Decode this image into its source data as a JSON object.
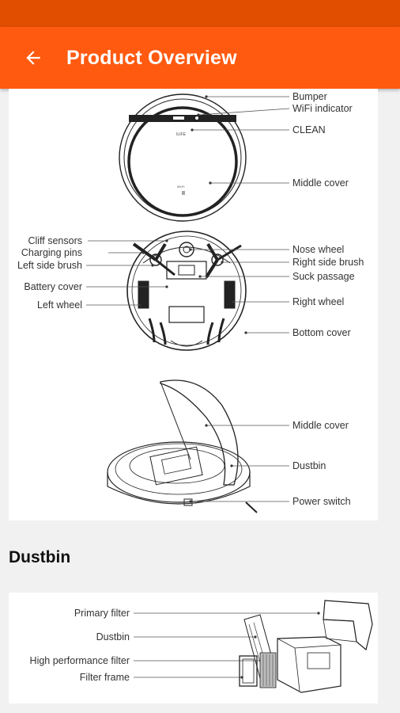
{
  "header": {
    "title": "Product Overview",
    "back_icon": "arrow-left-icon"
  },
  "colors": {
    "status_bar": "#e14e00",
    "app_bar": "#ff5a10",
    "background": "#f1f1f1",
    "card": "#ffffff"
  },
  "diagram1": {
    "top_view_labels": [
      "Bumper",
      "WiFi indicator",
      "CLEAN",
      "Middle cover"
    ],
    "bottom_view_right_labels": [
      "Nose wheel",
      "Right side brush",
      "Suck passage",
      "Right wheel",
      "Bottom cover"
    ],
    "bottom_view_left_labels": [
      "Cliff sensors",
      "Charging pins",
      "Left side brush",
      "Battery cover",
      "Left wheel"
    ],
    "open_view_labels": [
      "Middle cover",
      "Dustbin",
      "Power switch"
    ]
  },
  "dustbin_section": {
    "heading": "Dustbin",
    "labels": [
      "Primary filter",
      "Dustbin",
      "High performance filter",
      "Filter frame"
    ]
  }
}
